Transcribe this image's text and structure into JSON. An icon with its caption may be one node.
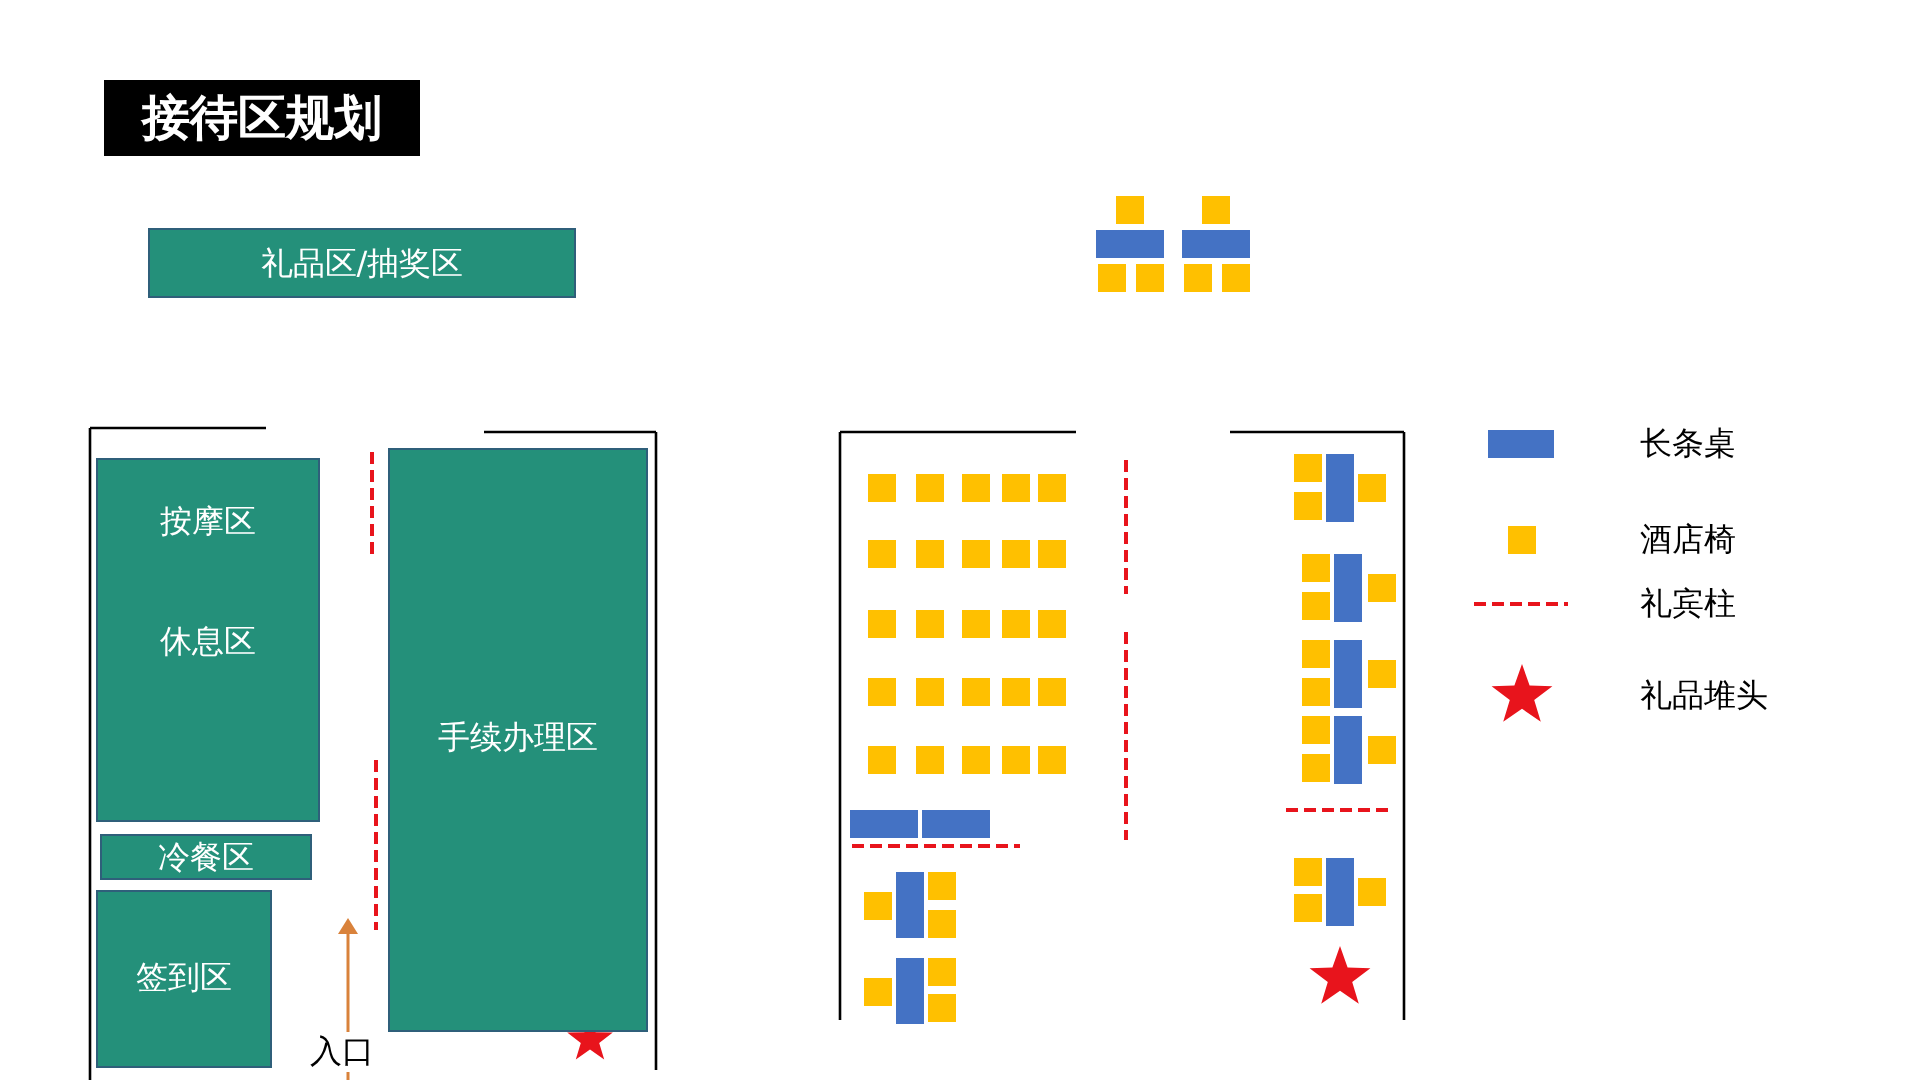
{
  "diagram": {
    "title": "接待区规划",
    "nodes": [
      {
        "text": [
          "礼品区/抽奖区"
        ]
      },
      {
        "text": [
          "按摩区",
          "休息区"
        ]
      },
      {
        "text": [
          "冷餐区"
        ]
      },
      {
        "text": [
          "签到区"
        ]
      },
      {
        "text": [
          "手续办理区"
        ]
      }
    ],
    "edges": [],
    "labels": [
      "入口"
    ],
    "legend": [
      {
        "text": "长条桌",
        "color": "#4472c4"
      },
      {
        "text": "酒店椅",
        "color": "#ffc000"
      },
      {
        "text": "礼宾柱"
      },
      {
        "text": "礼品堆头"
      }
    ]
  }
}
